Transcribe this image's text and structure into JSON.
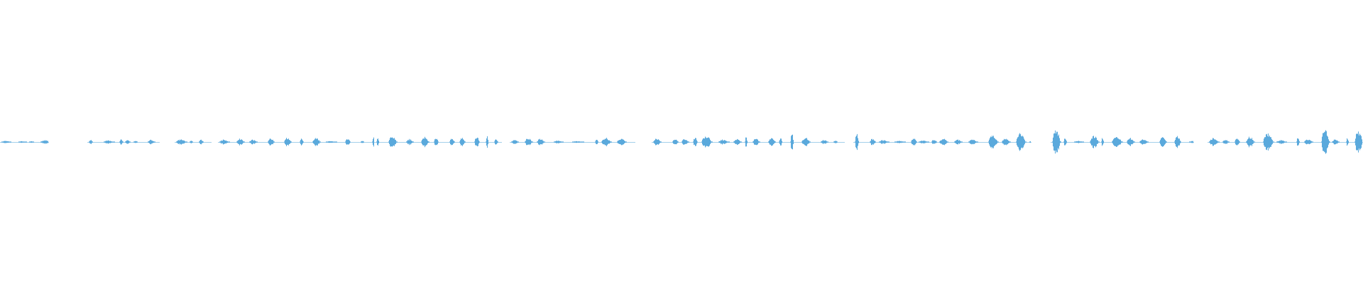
{
  "waveform": {
    "color": "#5aa9dc",
    "background": "#ffffff",
    "seed": 1337,
    "amplitude_scale": 1.0,
    "clips": [
      {
        "start": 0.0,
        "end": 0.036,
        "intensity": 0.3
      },
      {
        "start": 0.064,
        "end": 0.117,
        "intensity": 0.4
      },
      {
        "start": 0.128,
        "end": 0.155,
        "intensity": 0.6
      },
      {
        "start": 0.16,
        "end": 0.275,
        "intensity": 0.7
      },
      {
        "start": 0.275,
        "end": 0.368,
        "intensity": 1.0
      },
      {
        "start": 0.374,
        "end": 0.466,
        "intensity": 0.7
      },
      {
        "start": 0.478,
        "end": 0.62,
        "intensity": 0.8
      },
      {
        "start": 0.626,
        "end": 0.757,
        "intensity": 0.6
      },
      {
        "start": 0.771,
        "end": 0.876,
        "intensity": 1.0
      },
      {
        "start": 0.886,
        "end": 1.0,
        "intensity": 1.0
      }
    ]
  }
}
